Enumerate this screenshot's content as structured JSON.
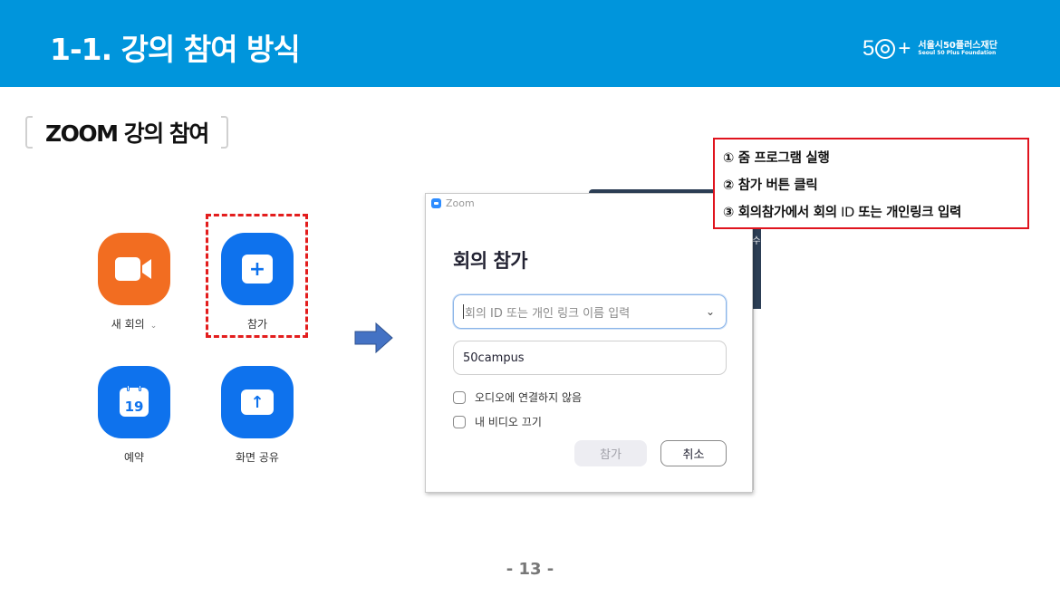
{
  "header": {
    "title": "1-1. 강의 참여 방식",
    "background_color": "#0095dc",
    "logo": {
      "mark_left": "5",
      "mark_right": "+",
      "name_ko": "서울시50플러스재단",
      "name_en": "Seoul 50 Plus Foundation"
    }
  },
  "section": {
    "title": "ZOOM 강의 참여"
  },
  "zoom_home": {
    "tiles": [
      {
        "label": "새 회의",
        "icon": "video-camera-icon",
        "color": "#f26d21",
        "has_caret": true,
        "caret": "⌄"
      },
      {
        "label": "참가",
        "icon": "plus-icon",
        "color": "#0e72ed",
        "highlighted": true
      },
      {
        "label": "예약",
        "icon": "calendar-icon",
        "color": "#0e72ed",
        "calendar_day": "19"
      },
      {
        "label": "화면 공유",
        "icon": "share-screen-up-arrow-icon",
        "color": "#0e72ed"
      }
    ],
    "plus_glyph": "+",
    "up_arrow_glyph": "↑"
  },
  "dialog": {
    "app_name": "Zoom",
    "heading": "회의 참가",
    "meeting_id_input": {
      "value": "",
      "placeholder": "회의 ID 또는 개인 링크 이름 입력",
      "dropdown_glyph": "⌄"
    },
    "name_input": {
      "value": "50campus"
    },
    "checkboxes": [
      {
        "label": "오디오에 연결하지 않음",
        "checked": false
      },
      {
        "label": "내 비디오 끄기",
        "checked": false
      }
    ],
    "buttons": {
      "join": "참가",
      "cancel": "취소"
    },
    "background_window_glyph": "수"
  },
  "steps": {
    "border_color": "#e0141e",
    "items": [
      {
        "num": "①",
        "text": "줌 프로그램 실행"
      },
      {
        "num": "②",
        "text": "참가 버튼 클릭"
      },
      {
        "num": "③",
        "text_before": "회의참가에서 회의",
        "text_light": " ID ",
        "text_after": "또는 개인링크 입력"
      }
    ]
  },
  "footer": {
    "page_number": "- 13 -"
  }
}
